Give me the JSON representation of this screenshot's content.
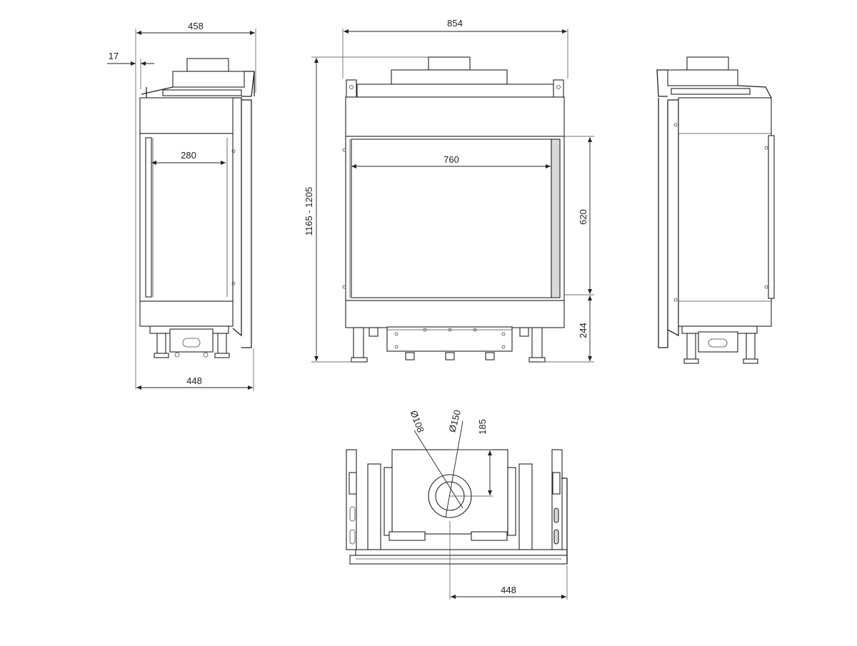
{
  "dimensions": {
    "side_left_top_width": "458",
    "side_left_offset": "17",
    "side_left_glass_width": "280",
    "side_left_bottom_width": "448",
    "front_total_width": "854",
    "front_height_range": "1165 - 1205",
    "front_glass_width": "760",
    "front_glass_height": "620",
    "front_base_height": "244",
    "top_flue_outer_diameter": "Ø150",
    "top_flue_inner_diameter": "Ø108",
    "top_flue_offset": "185",
    "top_depth": "448"
  },
  "colors": {
    "line": "#222222",
    "glass_fill": "#ffffff",
    "metal_fill": "#d9d9d9"
  }
}
